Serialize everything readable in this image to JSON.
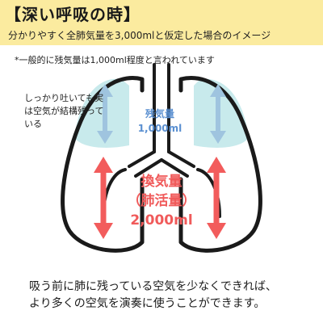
{
  "header": {
    "title": "【深い呼吸の時】",
    "subtitle": "分かりやすく全肺気量を3,000mlと仮定した場合のイメージ"
  },
  "footnote": "*一般的に残気量は1,000ml程度と言われています",
  "side_note": "しっかり吐いても実は空気が結構残っている",
  "residual_volume": {
    "label": "残気量",
    "value": "1,000ml"
  },
  "tidal_volume": {
    "label": "換気量",
    "sub_label": "（肺活量）",
    "value": "2,000ml"
  },
  "caption": {
    "line1": "吸う前に肺に残っている空気を少なくできれば、",
    "line2": "より多くの空気を演奏に使うことができます。"
  },
  "colors": {
    "header_bg": "#fbeb9f",
    "residual_fill": "#c8eaec",
    "residual_arrow": "#9fc4df",
    "residual_text": "#5a8fd0",
    "tidal_arrow": "#f25c5c",
    "tidal_text": "#f05a5a",
    "outline": "#1a1a1a"
  }
}
